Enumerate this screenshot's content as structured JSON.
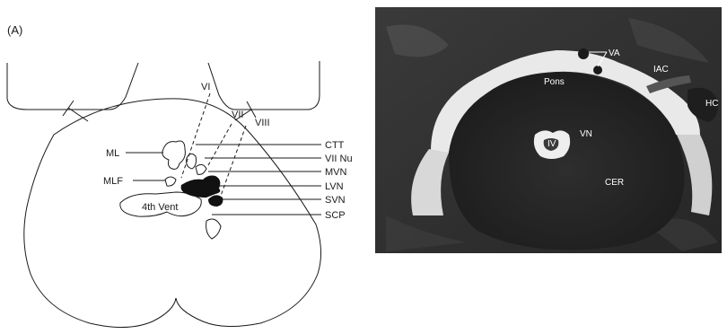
{
  "panel_a": {
    "panel_label": "(A)",
    "nerve_labels": {
      "vi": "VI",
      "vii": "VII",
      "viii": "VIII"
    },
    "left_labels": {
      "ml": "ML",
      "mlf": "MLF"
    },
    "ventricle_label": "4th Vent",
    "right_labels": {
      "ctt": "CTT",
      "vii_nu": "VII Nu",
      "mvn": "MVN",
      "lvn": "LVN",
      "svn": "SVN",
      "scp": "SCP"
    }
  },
  "panel_b": {
    "labels": {
      "va": "VA",
      "pons": "Pons",
      "iac": "IAC",
      "hc": "HC",
      "vn": "VN",
      "iv": "IV",
      "cer": "CER"
    }
  }
}
